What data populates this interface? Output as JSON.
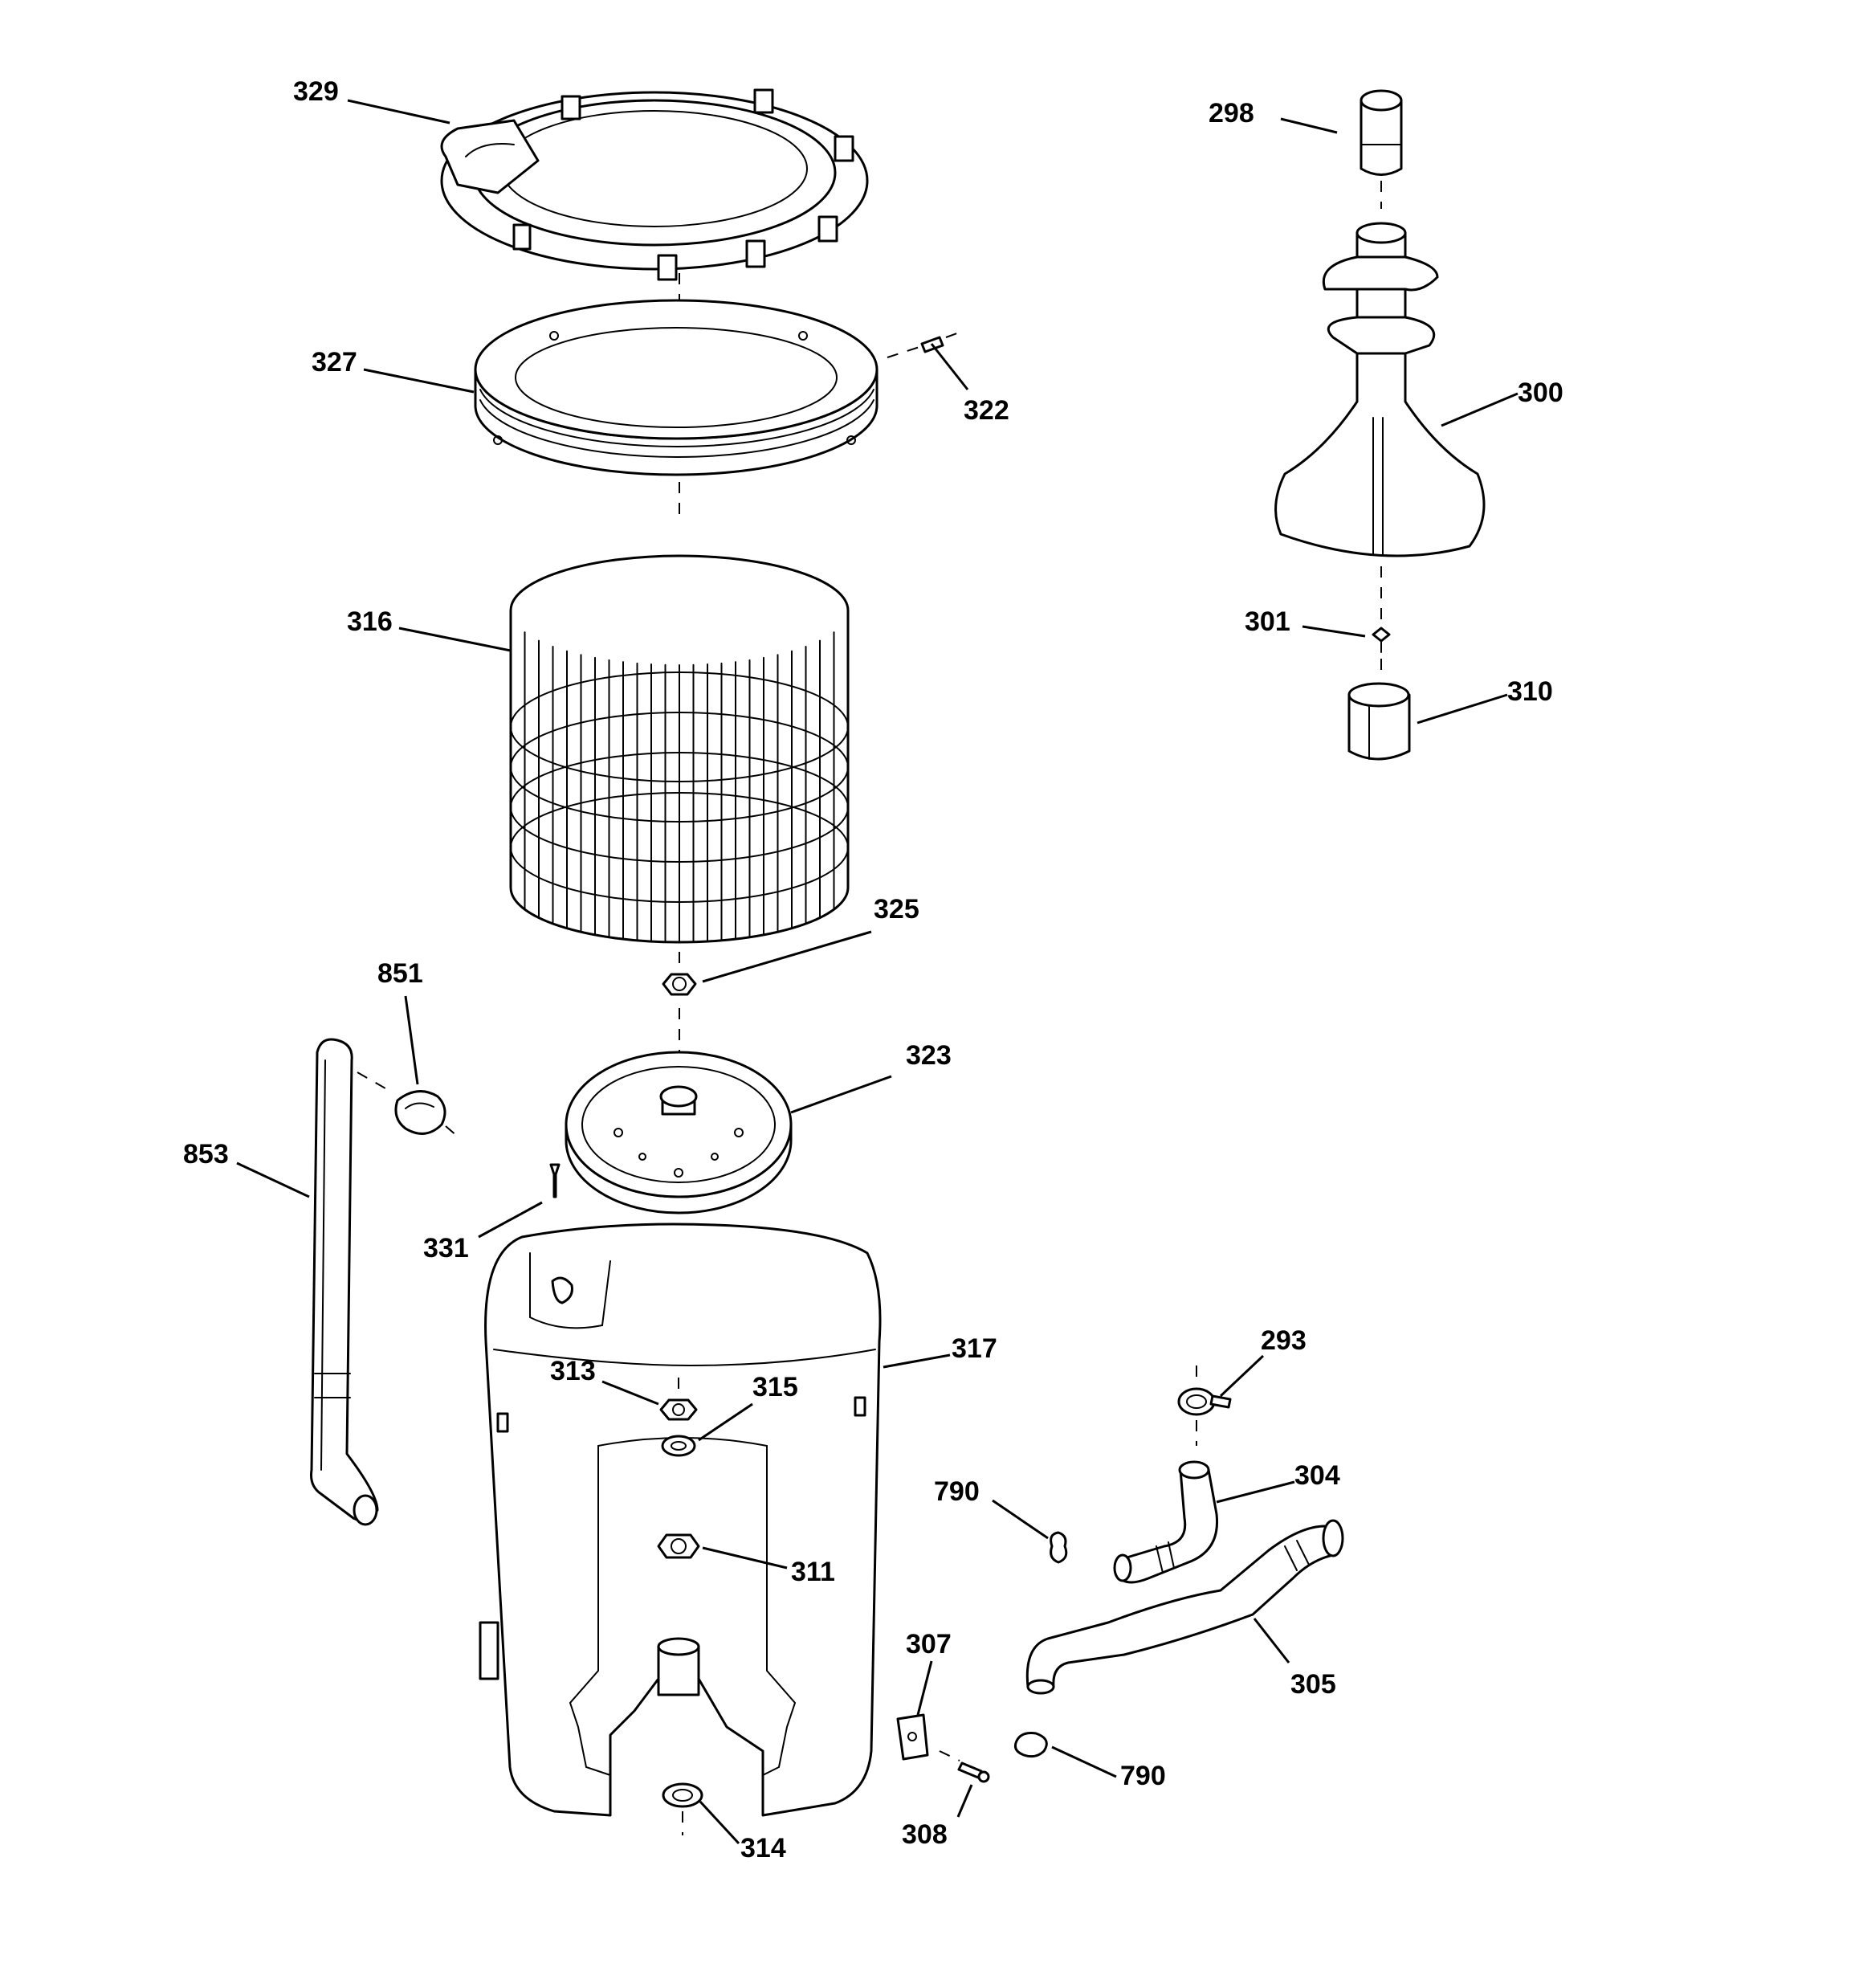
{
  "labels": {
    "l329": "329",
    "l327": "327",
    "l322": "322",
    "l316": "316",
    "l325": "325",
    "l323": "323",
    "l331": "331",
    "l851": "851",
    "l853": "853",
    "l317": "317",
    "l313": "313",
    "l315": "315",
    "l311": "311",
    "l314": "314",
    "l298": "298",
    "l300": "300",
    "l301": "301",
    "l310": "310",
    "l293": "293",
    "l304": "304",
    "l790a": "790",
    "l305": "305",
    "l307": "307",
    "l790b": "790",
    "l308": "308"
  }
}
